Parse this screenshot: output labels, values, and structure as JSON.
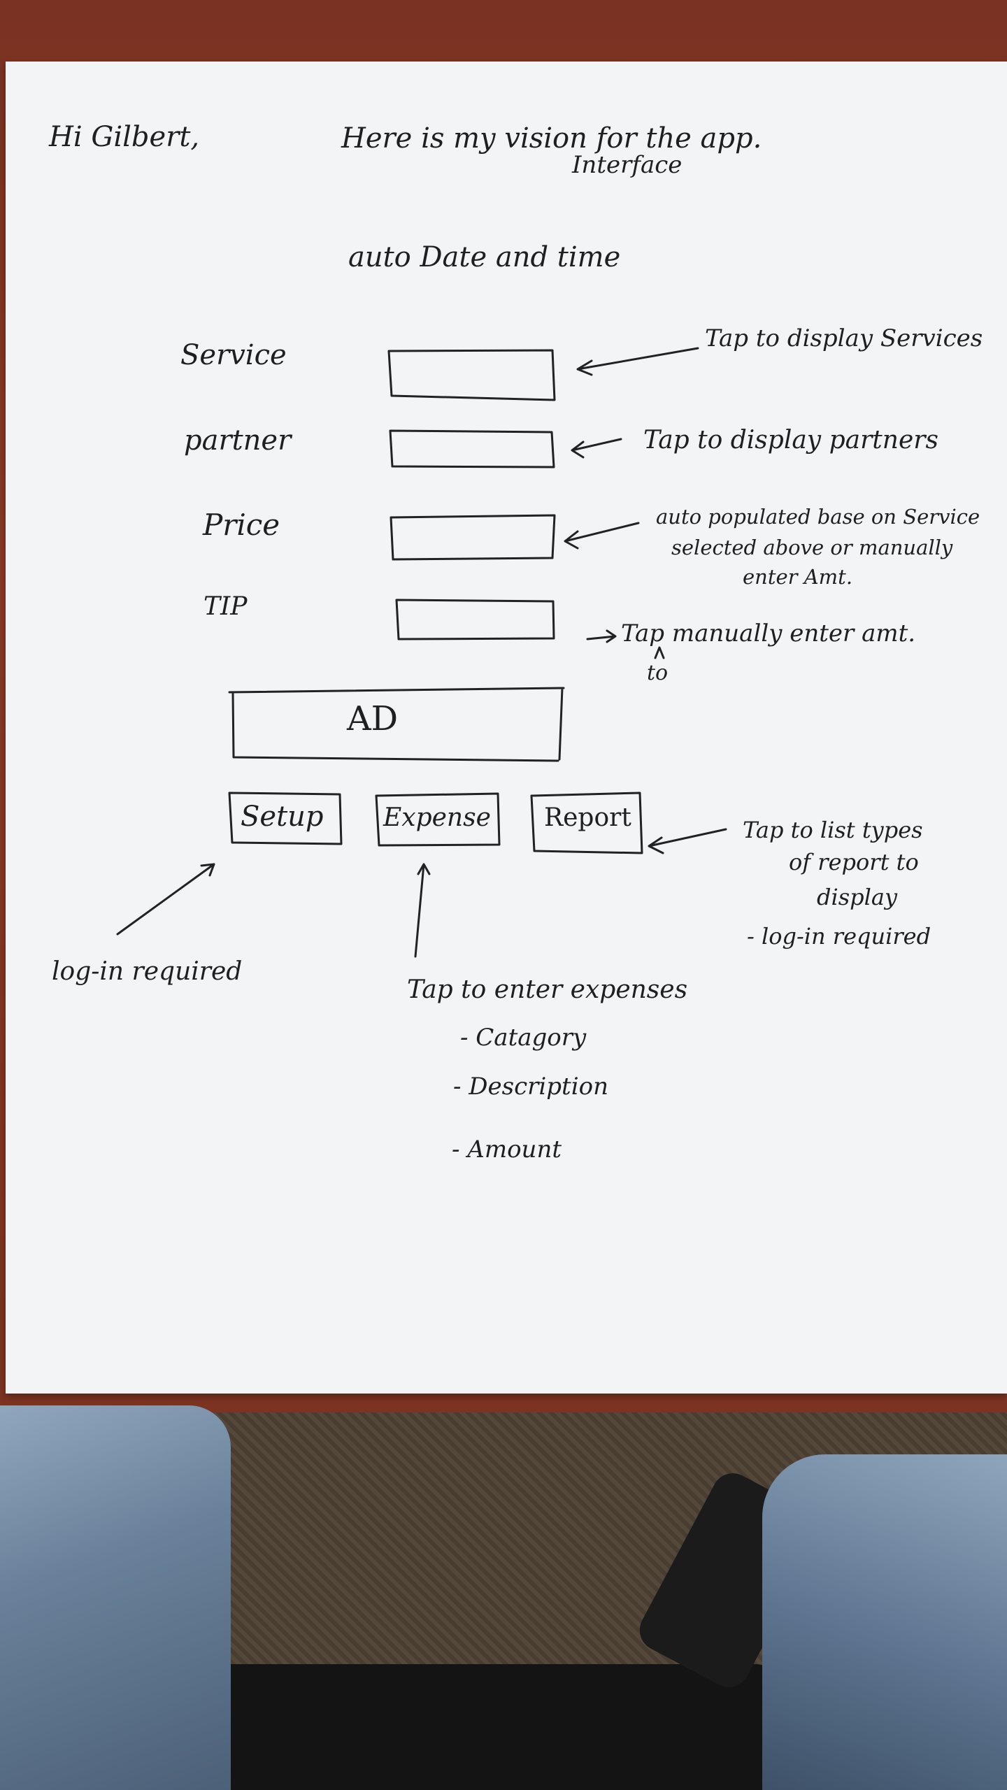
{
  "greeting": "Hi Gilbert,",
  "intro": {
    "line1": "Here is my vision for the app.",
    "line2": "Interface"
  },
  "auto_date": "auto Date and time",
  "fields": [
    {
      "label": "Service",
      "note": "Tap to display Services"
    },
    {
      "label": "partner",
      "note": "Tap to display partners"
    },
    {
      "label": "Price",
      "note_lines": [
        "auto populated base on Service",
        "selected above or manually",
        "enter Amt."
      ]
    },
    {
      "label": "TIP",
      "note": "Tap manually enter amt.",
      "note_insert": "to"
    }
  ],
  "ad_label": "AD",
  "buttons": {
    "setup": "Setup",
    "expense": "Expense",
    "report": "Report"
  },
  "setup_note": "log-in required",
  "report_note": {
    "lines": [
      "Tap to list types",
      "of report to",
      "display",
      "- log-in required"
    ]
  },
  "expense_note": {
    "title": "Tap to enter expenses",
    "items": [
      "- Catagory",
      "- Description",
      "- Amount"
    ]
  }
}
